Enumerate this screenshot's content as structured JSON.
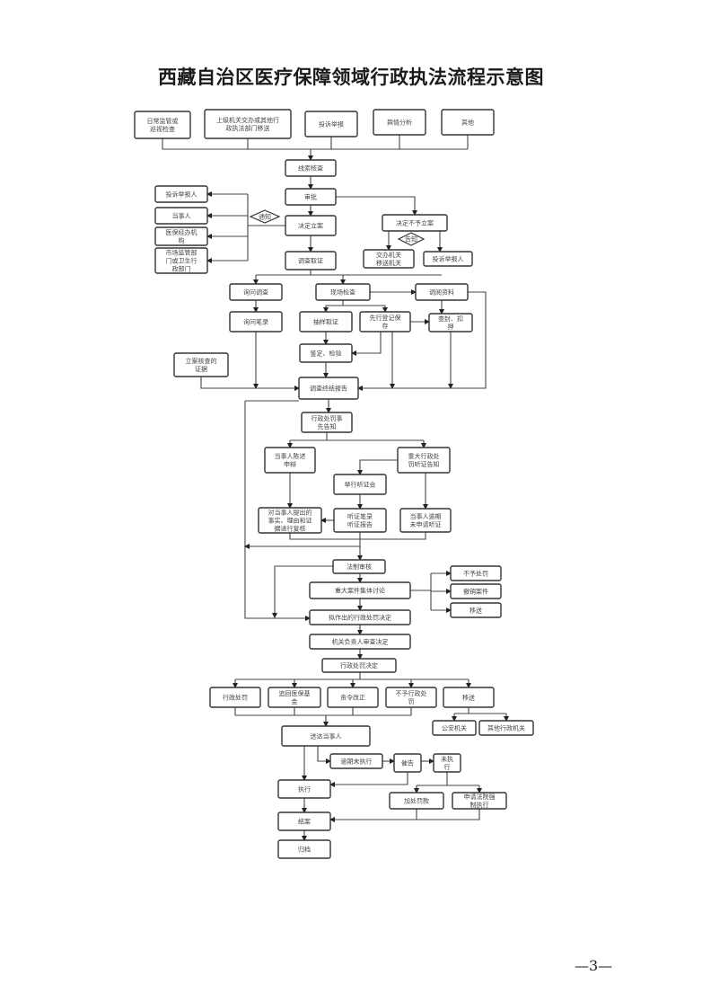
{
  "title": "西藏自治区医疗保障领域行政执法流程示意图",
  "page_number": "—3—",
  "nodes": {
    "source_daily": [
      "日常监管或",
      "巡视检查"
    ],
    "source_superior": [
      "上级机关交办或其他行",
      "政执法部门移送"
    ],
    "source_complaint": [
      "投诉举报"
    ],
    "source_public": [
      "舆情分析"
    ],
    "source_other": [
      "其他"
    ],
    "clue_check": [
      "线索核查"
    ],
    "review": [
      "审批"
    ],
    "notify_complainant": [
      "投诉举报人"
    ],
    "notify_party": [
      "当事人"
    ],
    "notify_agency": [
      "医保经办机",
      "构"
    ],
    "notify_market": [
      "市场监管部",
      "门或卫生行",
      "政部门"
    ],
    "notify_diamond": [
      "通知"
    ],
    "decide_case": [
      "决定立案"
    ],
    "decide_no_case": [
      "决定不予立案"
    ],
    "notify_diamond2": [
      "告知"
    ],
    "transfer_org": [
      "交办机关",
      "移送机关"
    ],
    "notify_complainant2": [
      "投诉举报人"
    ],
    "investigate": [
      "调查取证"
    ],
    "inquiry": [
      "询问调查"
    ],
    "onsite": [
      "现场检查"
    ],
    "collect_docs": [
      "调阅资料"
    ],
    "inquiry_record": [
      "询问笔录"
    ],
    "sampling": [
      "抽样取证"
    ],
    "preserve": [
      "先行登记保",
      "存"
    ],
    "seal": [
      "查封、扣",
      "押"
    ],
    "appraisal": [
      "鉴定、检验"
    ],
    "case_evidence": [
      "立案核查的",
      "证据"
    ],
    "investigation_report": [
      "调查终结报告"
    ],
    "prior_notice": [
      "行政处罚事",
      "先告知"
    ],
    "statement": [
      "当事人陈述",
      "申辩"
    ],
    "hearing_notice": [
      "重大行政处",
      "罚听证告知"
    ],
    "hold_hearing": [
      "举行听证会"
    ],
    "review_facts": [
      "对当事人提出的",
      "事实、理由和证",
      "据进行复核"
    ],
    "hearing_report": [
      "听证笔录",
      "听证报告"
    ],
    "no_hearing": [
      "当事人逾期",
      "未申请听证"
    ],
    "legal_review": [
      "法制审核"
    ],
    "collective_discussion": [
      "重大案件集体讨论"
    ],
    "no_penalty": [
      "不予处罚"
    ],
    "revoke_case": [
      "撤销案件"
    ],
    "transfer": [
      "移送"
    ],
    "proposed_decision": [
      "拟作出的行政处罚决定"
    ],
    "leader_decision": [
      "机关负责人审查决定"
    ],
    "penalty_decision": [
      "行政处罚决定"
    ],
    "out_penalty": [
      "行政处罚"
    ],
    "out_recover": [
      "追回医保基",
      "金"
    ],
    "out_order": [
      "责令改正"
    ],
    "out_no_penalty": [
      "不予行政处",
      "罚"
    ],
    "out_transfer": [
      "移送"
    ],
    "police": [
      "公安机关"
    ],
    "other_agency": [
      "其他行政机关"
    ],
    "serve_party": [
      "送达当事人"
    ],
    "overdue": [
      "逾期未执行"
    ],
    "urge": [
      "催告"
    ],
    "not_executed": [
      "未执",
      "行"
    ],
    "execute": [
      "执行"
    ],
    "add_fine": [
      "加处罚款"
    ],
    "court_enforce": [
      "申请法院强",
      "制执行"
    ],
    "close_case": [
      "结案"
    ],
    "archive": [
      "归档"
    ]
  }
}
